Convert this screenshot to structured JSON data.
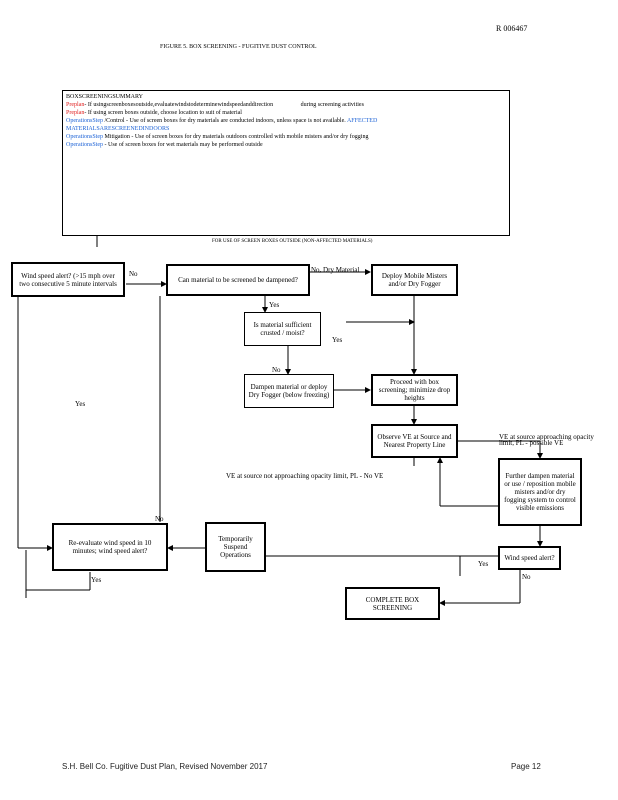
{
  "header": {
    "doc_number": "R  006467",
    "figure_title": "FIGURE 5. BOX SCREENING - FUGITIVE DUST CONTROL"
  },
  "summary": {
    "title": "BOXSCREENINGSUMMARY",
    "line1_label": "Preplan",
    "line1_text": "- If usingscreenboxesoutside,evaluatewindstodeterminewindspeedanddirection",
    "line1_tail": "during screening activities",
    "line2_label": "Preplan",
    "line2_text": "- If using screen boxes outside, choose location to suit of material",
    "line3_label": "OperationsStep",
    "line3_text": " /Control - Use of screen boxes for dry materials are conducted indoors, unless space is not available.",
    "line3_highlight": "AFFECTED",
    "line4_highlight": "MATERIALSARESCREENEDINDOORS",
    "line5_label": "OperationsStep",
    "line5_text": "Mitigation - Use of screen boxes for dry materials outdoors controlled with mobile misters and/or dry fogging",
    "line6_label": "OperationsStep",
    "line6_text": " - Use of screen boxes for wet materials may be performed outside"
  },
  "flow": {
    "section_label": "FOR USE OF SCREEN BOXES OUTSIDE (NON-AFFECTED MATERIALS)",
    "wind_alert": "Wind speed alert? (>15 mph over two consecutive 5 minute intervals",
    "dampened": "Can material to be screened be dampened?",
    "deploy_misters": "Deploy Mobile Misters and/or Dry Fogger",
    "crusted": "Is material sufficient crusted / moist?",
    "dampen_material": "Dampen material or deploy Dry Fogger (below freezing)",
    "proceed": "Proceed with box screening; minimize drop heights",
    "observe_ve": "Observe VE at Source and Nearest Property Line",
    "further_dampen": "Further dampen material or use / reposition mobile misters and/or dry fogging system to control visible emissions",
    "reevaluate": "Re-evaluate wind speed in 10 minutes; wind speed alert?",
    "suspend": "Temporarily Suspend Operations",
    "wind_alert2": "Wind speed alert?",
    "complete": "COMPLETE BOX SCREENING"
  },
  "labels": {
    "no1": "No",
    "no_dry": "No, Dry Material",
    "yes_crusted": "Yes",
    "yes_side": "Yes",
    "no_dampen": "No",
    "yes_left": "Yes",
    "no_reeval": "No",
    "yes_reeval": "Yes",
    "ve_approach": "VE at source approaching opacity limit, PL - possible VE",
    "ve_not_approach": "VE at source not approaching opacity limit, PL - No VE",
    "yes_wind2": "Yes",
    "no_wind2": "No"
  },
  "footer": {
    "left": "S.H. Bell Co. Fugitive Dust Plan, Revised November 2017",
    "right": "Page 12"
  }
}
